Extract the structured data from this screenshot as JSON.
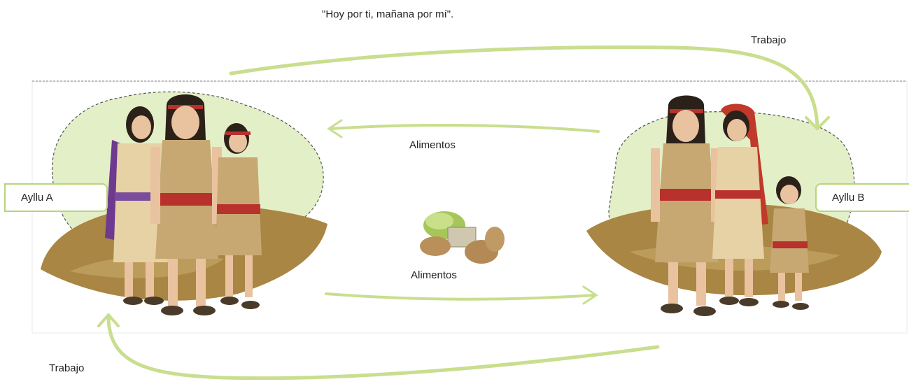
{
  "quote": "\"Hoy por ti, mañana por mí\".",
  "labels": {
    "trabajo_top": "Trabajo",
    "trabajo_bottom": "Trabajo",
    "alimentos_top": "Alimentos",
    "alimentos_bottom": "Alimentos",
    "ayllu_a": "Ayllu A",
    "ayllu_b": "Ayllu B"
  },
  "colors": {
    "arrow": "#c9de8e",
    "hill": "#a98643",
    "bush": "#e3efc7",
    "tunic": "#c7a873",
    "sash": "#b8312c",
    "hair": "#2b2119",
    "skin": "#e9c39f"
  }
}
